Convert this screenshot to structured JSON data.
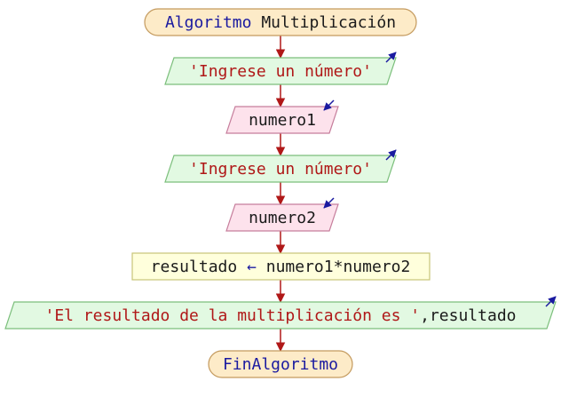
{
  "flowchart": {
    "start": {
      "keyword": "Algoritmo",
      "name": "Multiplicación"
    },
    "steps": [
      {
        "type": "output",
        "text": "'Ingrese un número'"
      },
      {
        "type": "input",
        "text": "numero1"
      },
      {
        "type": "output",
        "text": "'Ingrese un número'"
      },
      {
        "type": "input",
        "text": "numero2"
      },
      {
        "type": "process",
        "target": "resultado",
        "arrow": "←",
        "expression": "numero1*numero2"
      },
      {
        "type": "output",
        "text": "'El resultado de la multiplicación es '",
        "suffix": ",resultado"
      }
    ],
    "end": {
      "keyword": "FinAlgoritmo"
    }
  },
  "colors": {
    "terminal_fill": "#fdebc8",
    "terminal_stroke": "#c49a5e",
    "output_fill": "#e2f9e2",
    "output_stroke": "#7cbf7c",
    "input_fill": "#fde2ec",
    "input_stroke": "#c67e9c",
    "process_fill": "#ffffdc",
    "process_stroke": "#c8c478",
    "arrow": "#b01818",
    "io_arrow": "#1a1aa0",
    "keyword_text": "#1a1aa0",
    "string_text": "#b01818"
  }
}
